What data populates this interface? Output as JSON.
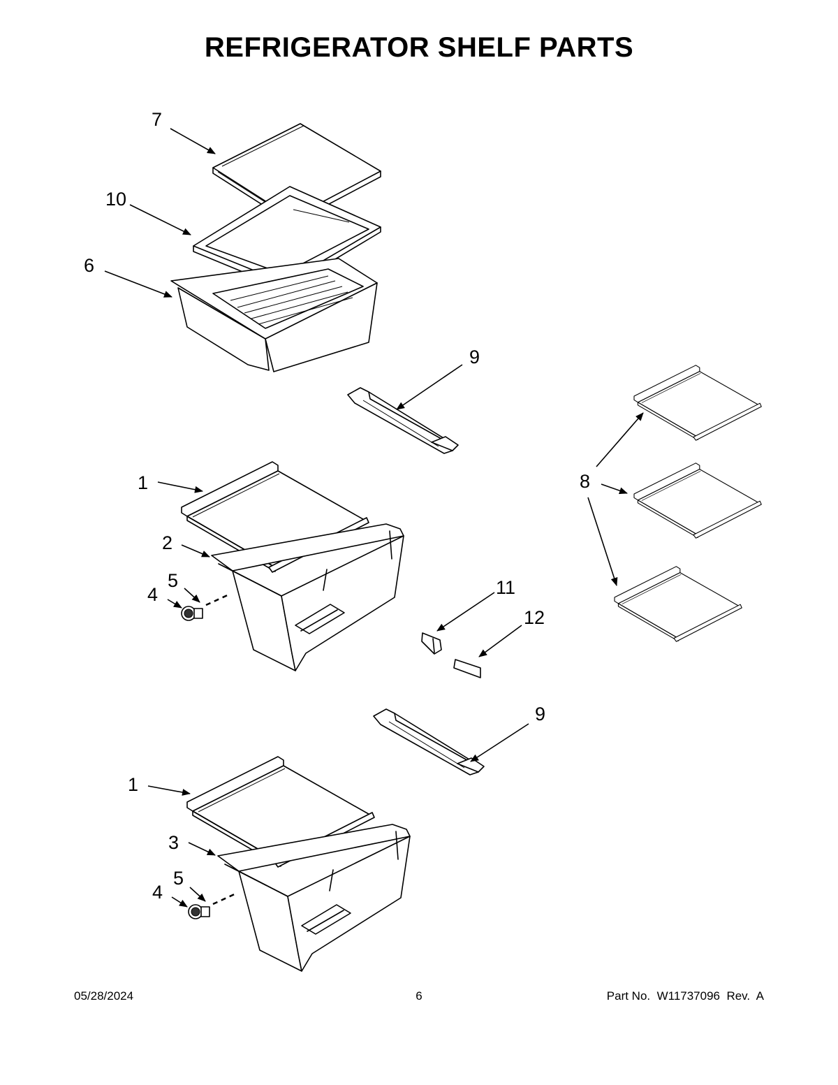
{
  "title": "REFRIGERATOR SHELF PARTS",
  "callouts": [
    {
      "id": "c7",
      "label": "7"
    },
    {
      "id": "c10",
      "label": "10"
    },
    {
      "id": "c6",
      "label": "6"
    },
    {
      "id": "c9a",
      "label": "9"
    },
    {
      "id": "c8",
      "label": "8"
    },
    {
      "id": "c1a",
      "label": "1"
    },
    {
      "id": "c2",
      "label": "2"
    },
    {
      "id": "c5a",
      "label": "5"
    },
    {
      "id": "c4a",
      "label": "4"
    },
    {
      "id": "c11",
      "label": "11"
    },
    {
      "id": "c12",
      "label": "12"
    },
    {
      "id": "c9b",
      "label": "9"
    },
    {
      "id": "c1b",
      "label": "1"
    },
    {
      "id": "c3",
      "label": "3"
    },
    {
      "id": "c5b",
      "label": "5"
    },
    {
      "id": "c4b",
      "label": "4"
    }
  ],
  "footer": {
    "date": "05/28/2024",
    "page": "6",
    "part": "Part No.  W11737096  Rev.  A"
  }
}
